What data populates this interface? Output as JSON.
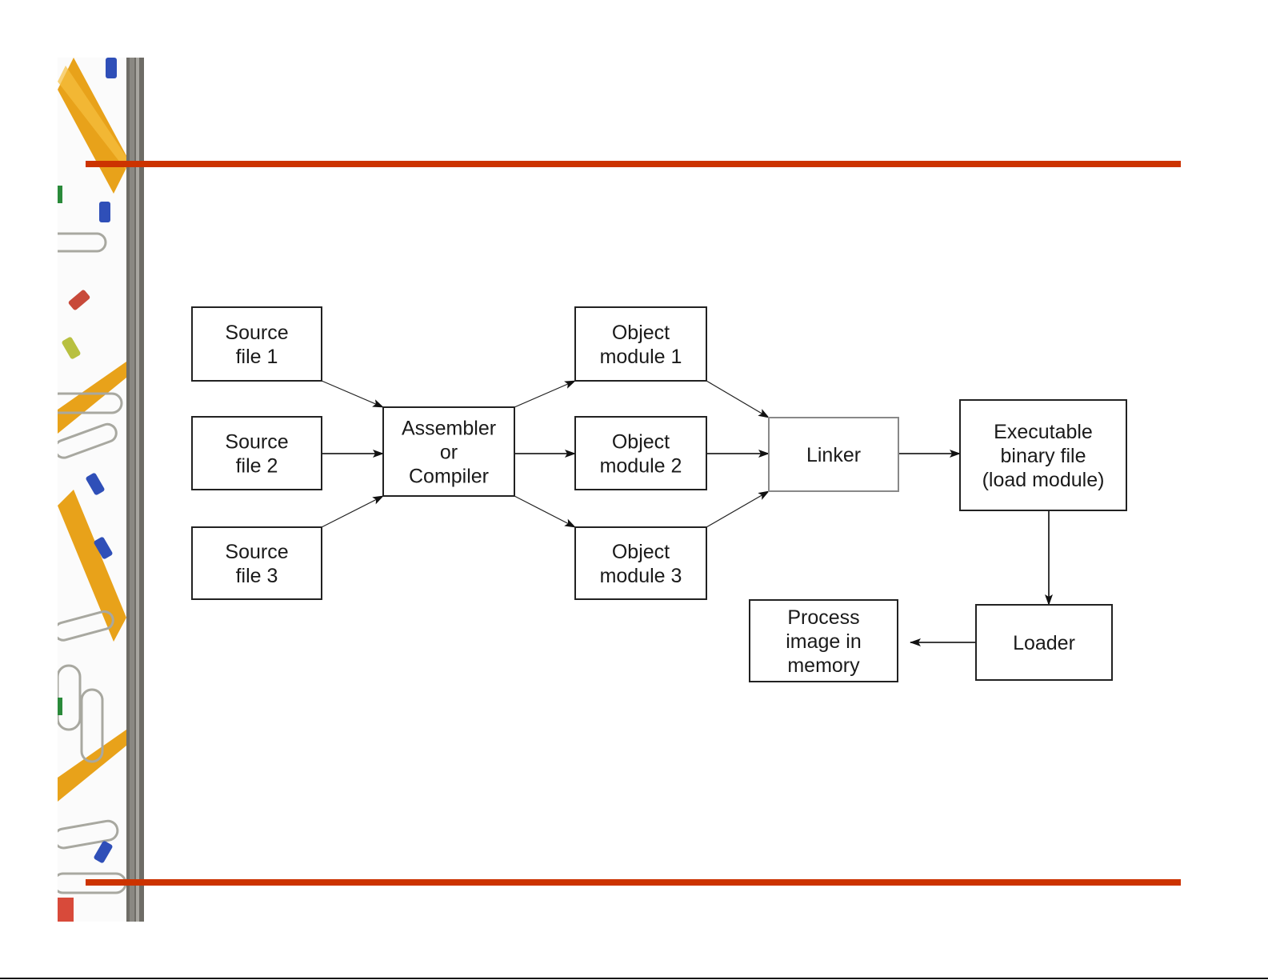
{
  "slide": {
    "accent_color": "#cc3300",
    "sidebar_decoration": [
      "pencil",
      "pushpin",
      "paperclip"
    ]
  },
  "diagram": {
    "nodes": [
      {
        "id": "src1",
        "lines": [
          "Source",
          "file 1"
        ]
      },
      {
        "id": "src2",
        "lines": [
          "Source",
          "file 2"
        ]
      },
      {
        "id": "src3",
        "lines": [
          "Source",
          "file 3"
        ]
      },
      {
        "id": "asm",
        "lines": [
          "Assembler",
          "or",
          "Compiler"
        ]
      },
      {
        "id": "obj1",
        "lines": [
          "Object",
          "module 1"
        ]
      },
      {
        "id": "obj2",
        "lines": [
          "Object",
          "module 2"
        ]
      },
      {
        "id": "obj3",
        "lines": [
          "Object",
          "module 3"
        ]
      },
      {
        "id": "linker",
        "lines": [
          "Linker"
        ]
      },
      {
        "id": "exe",
        "lines": [
          "Executable",
          "binary file",
          "(load module)"
        ]
      },
      {
        "id": "loader",
        "lines": [
          "Loader"
        ]
      },
      {
        "id": "proc",
        "lines": [
          "Process",
          "image in",
          "memory"
        ]
      }
    ],
    "edges": [
      {
        "from": "src1",
        "to": "asm"
      },
      {
        "from": "src2",
        "to": "asm"
      },
      {
        "from": "src3",
        "to": "asm"
      },
      {
        "from": "asm",
        "to": "obj1"
      },
      {
        "from": "asm",
        "to": "obj2"
      },
      {
        "from": "asm",
        "to": "obj3"
      },
      {
        "from": "obj1",
        "to": "linker"
      },
      {
        "from": "obj2",
        "to": "linker"
      },
      {
        "from": "obj3",
        "to": "linker"
      },
      {
        "from": "linker",
        "to": "exe"
      },
      {
        "from": "exe",
        "to": "loader"
      },
      {
        "from": "loader",
        "to": "proc"
      }
    ]
  }
}
